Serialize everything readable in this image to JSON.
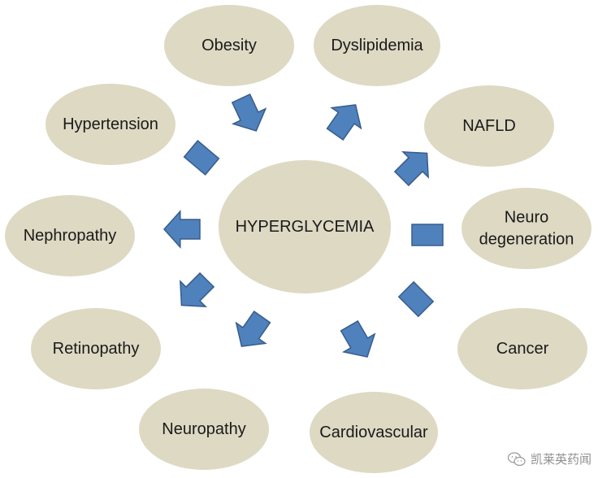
{
  "center": {
    "label": "HYPERGLYCEMIA"
  },
  "nodes": [
    {
      "id": "obesity",
      "lines": [
        "Obesity"
      ]
    },
    {
      "id": "dyslipidemia",
      "lines": [
        "Dyslipidemia"
      ]
    },
    {
      "id": "nafld",
      "lines": [
        "NAFLD"
      ]
    },
    {
      "id": "neurodegeneration",
      "lines": [
        "Neuro",
        "degeneration"
      ]
    },
    {
      "id": "cancer",
      "lines": [
        "Cancer"
      ]
    },
    {
      "id": "cardiovascular",
      "lines": [
        "Cardiovascular"
      ]
    },
    {
      "id": "neuropathy",
      "lines": [
        "Neuropathy"
      ]
    },
    {
      "id": "retinopathy",
      "lines": [
        "Retinopathy"
      ]
    },
    {
      "id": "nephropathy",
      "lines": [
        "Nephropathy"
      ]
    },
    {
      "id": "hypertension",
      "lines": [
        "Hypertension"
      ]
    }
  ],
  "colors": {
    "ellipse_fill": "#ddd9c3",
    "arrow_fill": "#4f81bd",
    "arrow_stroke": "#385d8a",
    "text": "#1a1a1a"
  },
  "watermark": {
    "text": "凯莱英药闻",
    "icon": "wechat-icon"
  }
}
